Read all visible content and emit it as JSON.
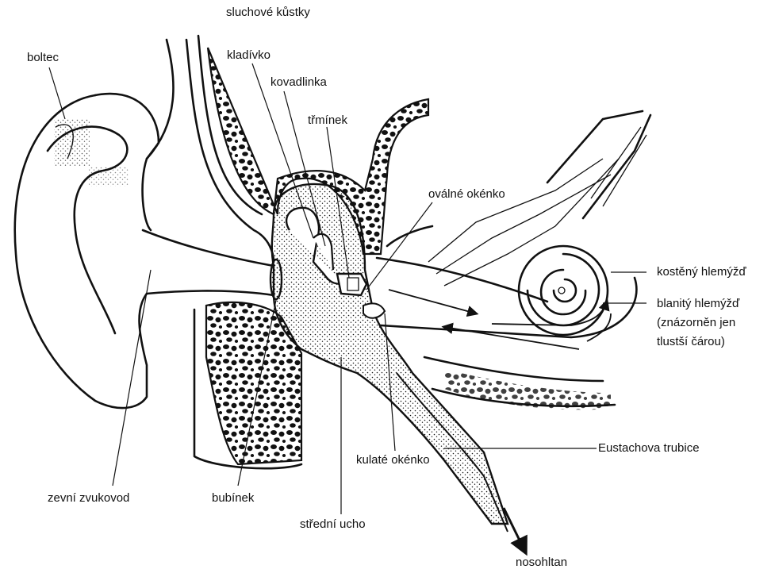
{
  "labels": {
    "ossicles": "sluchové kůstky",
    "pinna": "boltec",
    "malleus": "kladívko",
    "incus": "kovadlinka",
    "stapes": "třmínek",
    "oval_window": "oválné okénko",
    "bony_cochlea": "kostěný hlemýžď",
    "membranous_cochlea_l1": "blanitý hlemýžď",
    "membranous_cochlea_l2": "(znázorněn jen",
    "membranous_cochlea_l3": "tlustší čárou)",
    "eustachian_tube": "Eustachova trubice",
    "round_window": "kulaté okénko",
    "ear_canal": "zevní zvukovod",
    "eardrum": "bubínek",
    "middle_ear": "střední ucho",
    "nasopharynx": "nosohltan"
  },
  "colors": {
    "ink": "#111111",
    "paper": "#ffffff"
  }
}
